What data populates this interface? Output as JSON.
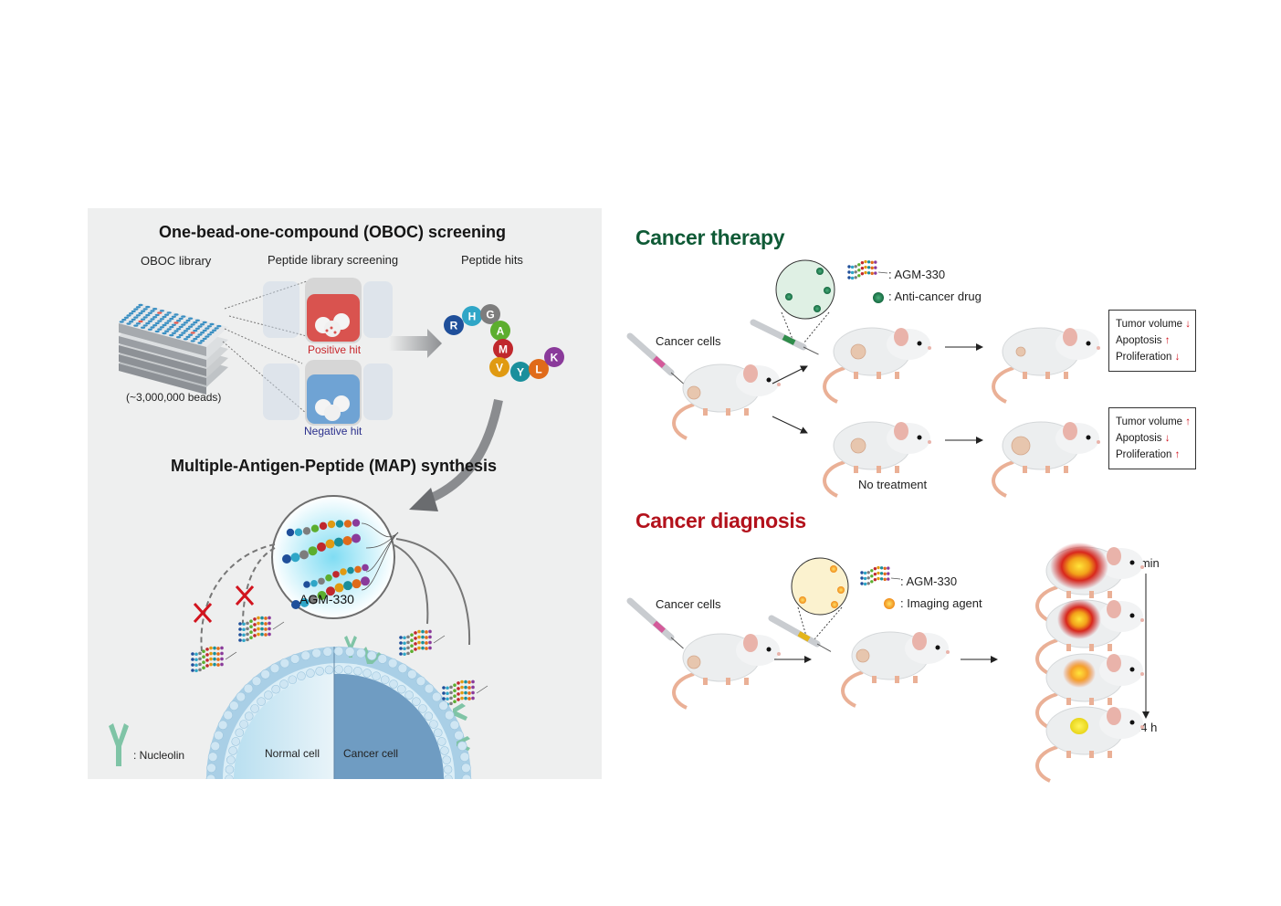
{
  "oboc": {
    "title": "One-bead-one-compound (OBOC) screening",
    "library_label": "OBOC library",
    "library_count": "(~3,000,000 beads)",
    "screening_label": "Peptide library screening",
    "positive_label": "Positive hit",
    "negative_label": "Negative hit",
    "hits_label": "Peptide hits",
    "peptide_sequence": [
      {
        "letter": "R",
        "color": "#1f4f9a"
      },
      {
        "letter": "H",
        "color": "#2fa6c7"
      },
      {
        "letter": "G",
        "color": "#7d7d7d"
      },
      {
        "letter": "A",
        "color": "#5cae2e"
      },
      {
        "letter": "M",
        "color": "#c0282d"
      },
      {
        "letter": "V",
        "color": "#e09a12"
      },
      {
        "letter": "Y",
        "color": "#1a8f9c"
      },
      {
        "letter": "L",
        "color": "#e06b1a"
      },
      {
        "letter": "K",
        "color": "#8a3a9a"
      }
    ],
    "positive_color": "#d9534f",
    "negative_color": "#6fa3d4"
  },
  "map": {
    "title": "Multiple-Antigen-Peptide (MAP) synthesis",
    "compound_label": "AGM-330",
    "normal_cell_label": "Normal cell",
    "cancer_cell_label": "Cancer cell",
    "nucleolin_legend": ": Nucleolin",
    "nucleolin_color": "#7fc4a6"
  },
  "therapy": {
    "title": "Cancer therapy",
    "title_color": "#0f5a36",
    "cancer_cells_label": "Cancer cells",
    "legend_agm": ": AGM-330",
    "legend_drug": ": Anti-cancer drug",
    "no_treatment_label": "No treatment",
    "treated_results": [
      {
        "label": "Tumor volume",
        "arrow": "↓"
      },
      {
        "label": "Apoptosis",
        "arrow": "↑"
      },
      {
        "label": "Proliferation",
        "arrow": "↓"
      }
    ],
    "untreated_results": [
      {
        "label": "Tumor volume",
        "arrow": "↑"
      },
      {
        "label": "Apoptosis",
        "arrow": "↓"
      },
      {
        "label": "Proliferation",
        "arrow": "↑"
      }
    ]
  },
  "diagnosis": {
    "title": "Cancer diagnosis",
    "title_color": "#b3121c",
    "cancer_cells_label": "Cancer cells",
    "legend_agm": ": AGM-330",
    "legend_imaging": ": Imaging agent",
    "time_start": "5 min",
    "time_end": "24 h"
  }
}
